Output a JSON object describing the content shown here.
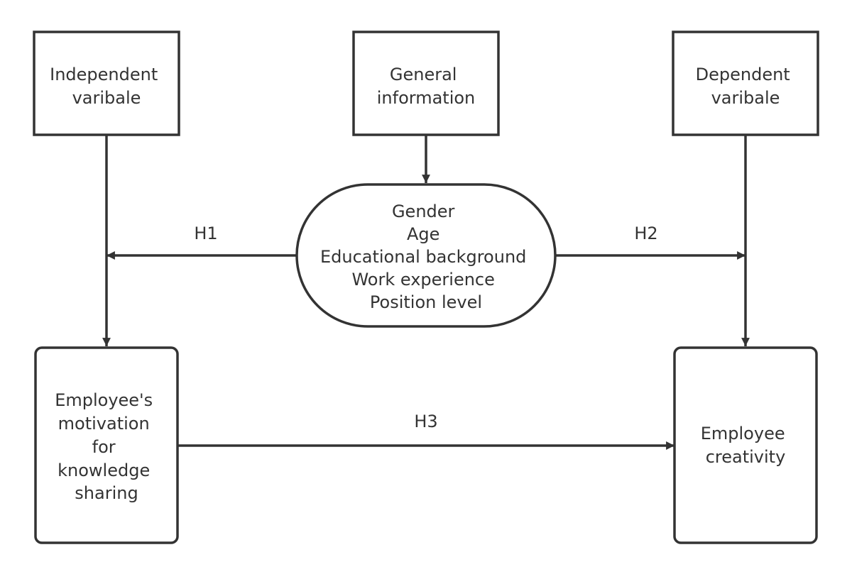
{
  "diagram": {
    "nodes": {
      "independent": {
        "lines": [
          "Independent",
          "varibale"
        ]
      },
      "general": {
        "lines": [
          "General",
          "information"
        ]
      },
      "dependent": {
        "lines": [
          "Dependent",
          "varibale"
        ]
      },
      "demographics": {
        "lines": [
          "Gender",
          "Age",
          "Educational background",
          "Work experience",
          "Position level"
        ]
      },
      "motivation": {
        "lines": [
          "Employee's",
          "motivation",
          "for",
          "knowledge",
          "sharing"
        ]
      },
      "creativity": {
        "lines": [
          "Employee",
          "creativity"
        ]
      }
    },
    "edges": {
      "h1": {
        "label": "H1"
      },
      "h2": {
        "label": "H2"
      },
      "h3": {
        "label": "H3"
      }
    },
    "colors": {
      "stroke": "#333333",
      "text": "#333333",
      "background": "#ffffff"
    }
  }
}
